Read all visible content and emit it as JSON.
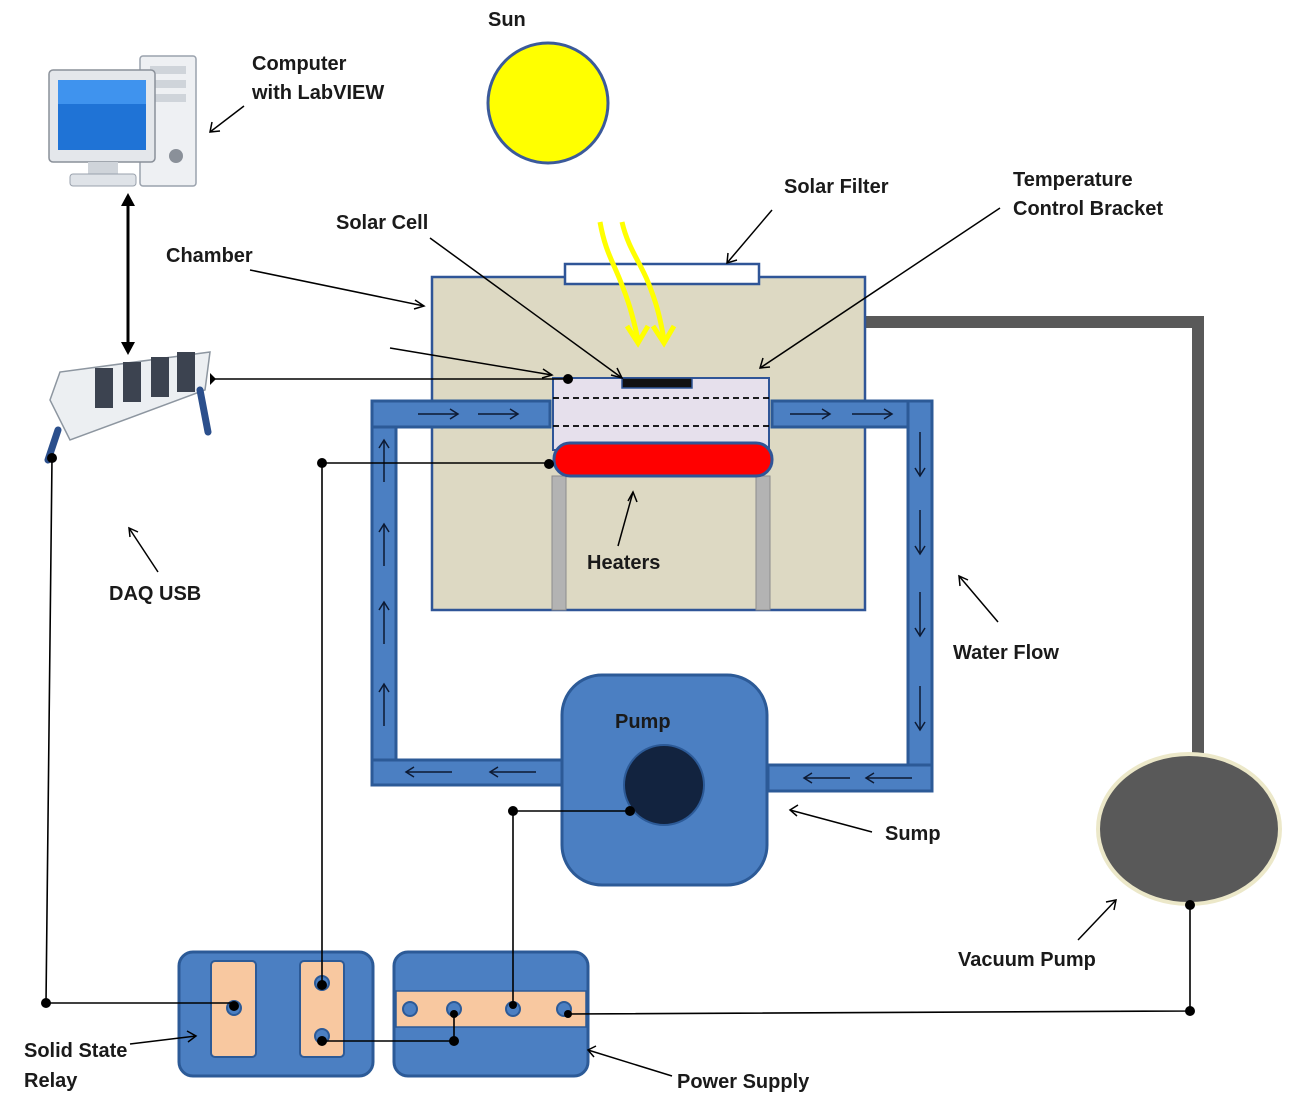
{
  "labels": {
    "sun": "Sun",
    "computer_line1": "Computer",
    "computer_line2": "with LabVIEW",
    "solar_filter": "Solar Filter",
    "temp_bracket_line1": "Temperature",
    "temp_bracket_line2": "Control Bracket",
    "solar_cell": "Solar Cell",
    "chamber": "Chamber",
    "heaters": "Heaters",
    "daq_usb": "DAQ USB",
    "water_flow": "Water Flow",
    "pump": "Pump",
    "sump": "Sump",
    "vacuum_pump": "Vacuum Pump",
    "solid_state_relay_line1": "Solid State",
    "solid_state_relay_line2": "Relay",
    "power_supply": "Power Supply"
  },
  "colors": {
    "sun": "#ffff00",
    "sun_border": "#3b5a9a",
    "chamber": "#ddd9c3",
    "chamber_border": "#2f5597",
    "water_pipe": "#4b7fc2",
    "heater": "#ff0000",
    "bracket": "#e6e0ec",
    "pump_body": "#4b7fc2",
    "pump_core": "#12233f",
    "vacuum_pump": "#595959",
    "vacuum_line": "#595959",
    "relay_contact": "#f8c8a0",
    "light_rays": "#ffff00"
  },
  "icons": {
    "computer": "desktop-computer-icon",
    "daq": "daq-usb-device-icon"
  }
}
